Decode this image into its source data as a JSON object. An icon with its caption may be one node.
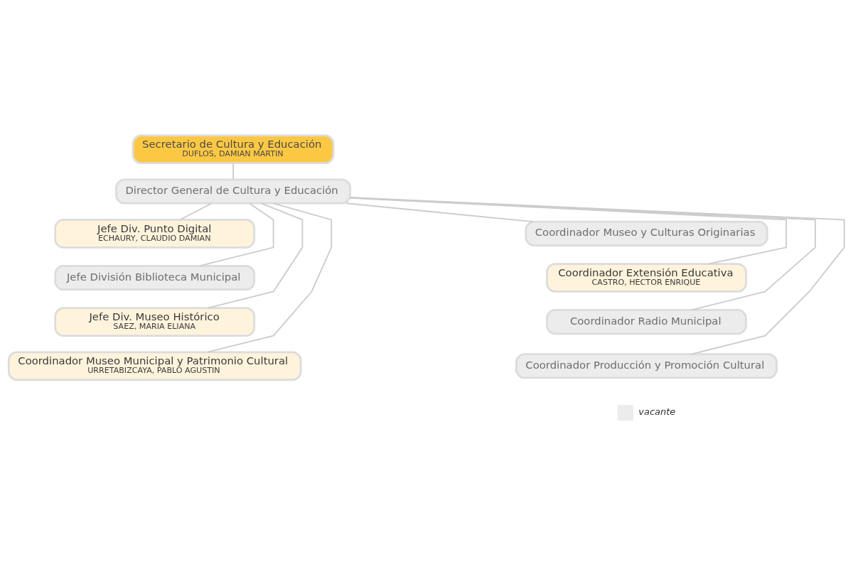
{
  "diagram": {
    "nodes": [
      {
        "text": [
          "Secretario de Cultura y Educación",
          "DUFLOS, DAMIAN MARTIN"
        ]
      },
      {
        "text": [
          "Director General de Cultura y Educación"
        ]
      },
      {
        "text": [
          "Jefe Div. Punto Digital",
          "ECHAURY, CLAUDIO DAMIAN"
        ]
      },
      {
        "text": [
          "Jefe División Biblioteca Municipal"
        ]
      },
      {
        "text": [
          "Jefe Div. Museo Histórico",
          "SAEZ, MARIA ELIANA"
        ]
      },
      {
        "text": [
          "Coordinador Museo Municipal y Patrimonio Cultural",
          "URRETABIZCAYA, PABLO AGUSTIN"
        ]
      },
      {
        "text": [
          "Coordinador Museo y Culturas Originarias"
        ]
      },
      {
        "text": [
          "Coordinador Extensión Educativa",
          "CASTRO, HECTOR ENRIQUE"
        ]
      },
      {
        "text": [
          "Coordinador Radio Municipal"
        ]
      },
      {
        "text": [
          "Coordinador Producción y Promoción Cultural"
        ]
      }
    ],
    "edges": [
      {
        "from": 0,
        "to": 1,
        "arrow": "none"
      },
      {
        "from": 1,
        "to": 2,
        "arrow": "none"
      },
      {
        "from": 1,
        "to": 3,
        "arrow": "none"
      },
      {
        "from": 1,
        "to": 4,
        "arrow": "none"
      },
      {
        "from": 1,
        "to": 5,
        "arrow": "none"
      },
      {
        "from": 1,
        "to": 6,
        "arrow": "none"
      },
      {
        "from": 1,
        "to": 7,
        "arrow": "none"
      },
      {
        "from": 1,
        "to": 8,
        "arrow": "none"
      },
      {
        "from": 1,
        "to": 9,
        "arrow": "none"
      }
    ],
    "legend": [
      {
        "text": "vacante",
        "color": "#ececec"
      }
    ]
  }
}
